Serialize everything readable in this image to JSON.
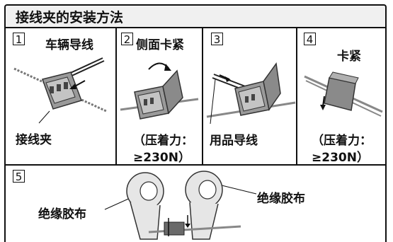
{
  "title": "接线夹的安装方法",
  "steps": [
    {
      "number": "1",
      "label_top": "车辆导线",
      "label_bottom": "接线夹"
    },
    {
      "number": "2",
      "label_top": "侧面卡紧",
      "note_line1": "（压着力：",
      "note_line2": "≥230N）"
    },
    {
      "number": "3",
      "label_bottom": "用品导线"
    },
    {
      "number": "4",
      "label_top": "卡紧",
      "note_line1": "（压着力：",
      "note_line2": "≥230N）"
    },
    {
      "number": "5",
      "tape_left": "绝缘胶布",
      "tape_right": "绝缘胶布"
    }
  ],
  "colors": {
    "border": "#111111",
    "clip_fill": "#9a9a9a",
    "clip_dark": "#5a5a5a",
    "tape_fill": "#e6e6e6"
  }
}
